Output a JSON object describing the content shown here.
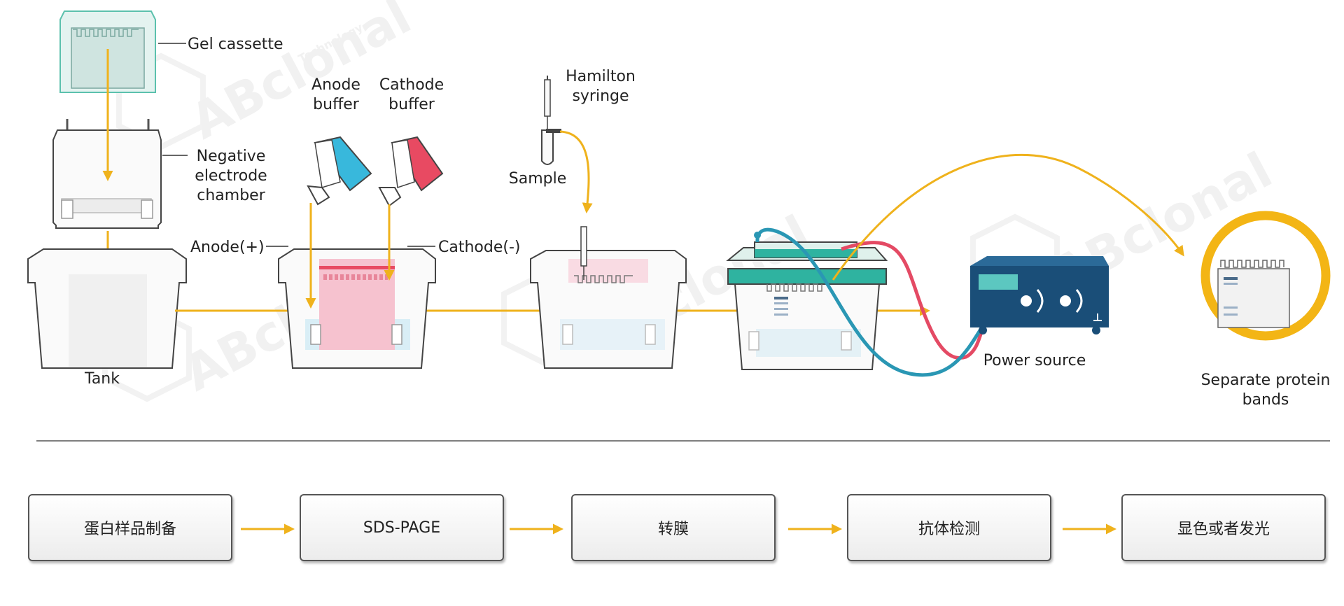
{
  "labels": {
    "gel_cassette": "Gel cassette",
    "negative_chamber": [
      "Negative",
      "electrode",
      "chamber"
    ],
    "tank": "Tank",
    "anode_buffer": [
      "Anode",
      "buffer"
    ],
    "cathode_buffer": [
      "Cathode",
      "buffer"
    ],
    "anode": "Anode(+)",
    "cathode": "Cathode(-)",
    "hamilton_syringe": [
      "Hamilton",
      "syringe"
    ],
    "sample": "Sample",
    "power_source": "Power source",
    "separate_bands": [
      "Separate protein",
      "bands"
    ]
  },
  "watermark": {
    "brand": "ABclonal",
    "sub": "Technology"
  },
  "steps": [
    "蛋白样品制备",
    "SDS-PAGE",
    "转膜",
    "抗体检测",
    "显色或者发光"
  ],
  "colors": {
    "arrow": "#efb21c",
    "anode_buffer": "#38b8dc",
    "cathode_buffer": "#e84a62",
    "gel_pink": "#f6c2cf",
    "teal": "#2fb3a0",
    "power": "#1a4e78",
    "wire_red": "#e44a64",
    "wire_blue": "#2a97b4",
    "circle": "#f3b515"
  }
}
